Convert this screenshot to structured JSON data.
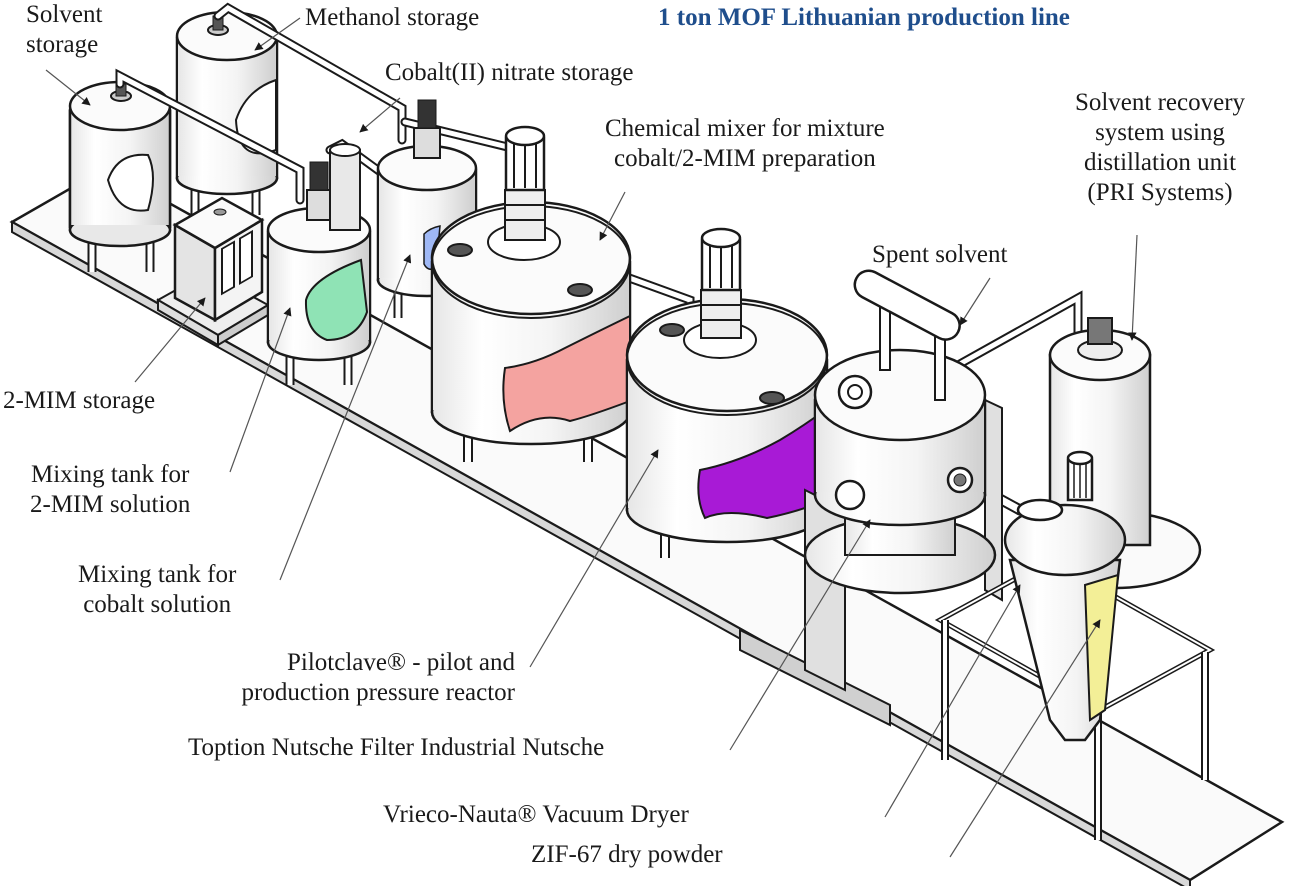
{
  "title": "1 ton MOF Lithuanian production line",
  "colors": {
    "title": "#1f4e8c",
    "outline": "#1a1a1a",
    "metal": "#f2f2f2",
    "shade": "#d4d4d4",
    "mim_solution": "#8fe3b5",
    "cobalt_solution": "#9fb8f5",
    "mixture": "#f4a3a0",
    "reactor_contents": "#a81ad6",
    "dry_powder": "#f3ef97"
  },
  "labels": {
    "solvent_storage": [
      "Solvent",
      "storage"
    ],
    "methanol_storage": "Methanol storage",
    "cobalt_nitrate_storage": "Cobalt(II) nitrate storage",
    "chemical_mixer": [
      "Chemical mixer for mixture",
      "cobalt/2-MIM preparation"
    ],
    "solvent_recovery": [
      "Solvent recovery",
      "system using",
      "distillation unit",
      "(PRI Systems)"
    ],
    "spent_solvent": "Spent solvent",
    "mim_storage": "2-MIM storage",
    "mixing_tank_mim": [
      "Mixing tank for",
      "2-MIM solution"
    ],
    "mixing_tank_cobalt": [
      "Mixing tank for",
      "cobalt solution"
    ],
    "pilotclave": [
      "Pilotclave® - pilot and",
      "production pressure reactor"
    ],
    "nutsche_filter": "Toption Nutsche Filter Industrial Nutsche",
    "vacuum_dryer": "Vrieco-Nauta® Vacuum Dryer",
    "dry_powder": "ZIF-67 dry powder"
  },
  "equipment": [
    {
      "id": "solvent-storage-tank",
      "name": "Solvent storage"
    },
    {
      "id": "methanol-storage-tank",
      "name": "Methanol storage"
    },
    {
      "id": "cobalt-nitrate-storage",
      "name": "Cobalt(II) nitrate storage"
    },
    {
      "id": "mim-storage-box",
      "name": "2-MIM storage"
    },
    {
      "id": "mim-mixing-tank",
      "name": "Mixing tank for 2-MIM solution"
    },
    {
      "id": "cobalt-mixing-tank",
      "name": "Mixing tank for cobalt solution"
    },
    {
      "id": "chemical-mixer",
      "name": "Chemical mixer for mixture cobalt/2-MIM preparation"
    },
    {
      "id": "pressure-reactor",
      "name": "Pilotclave® - pilot and production pressure reactor"
    },
    {
      "id": "nutsche-filter",
      "name": "Toption Nutsche Filter Industrial Nutsche"
    },
    {
      "id": "solvent-recovery-unit",
      "name": "Solvent recovery system using distillation unit (PRI Systems)"
    },
    {
      "id": "vacuum-dryer",
      "name": "Vrieco-Nauta® Vacuum Dryer"
    }
  ]
}
